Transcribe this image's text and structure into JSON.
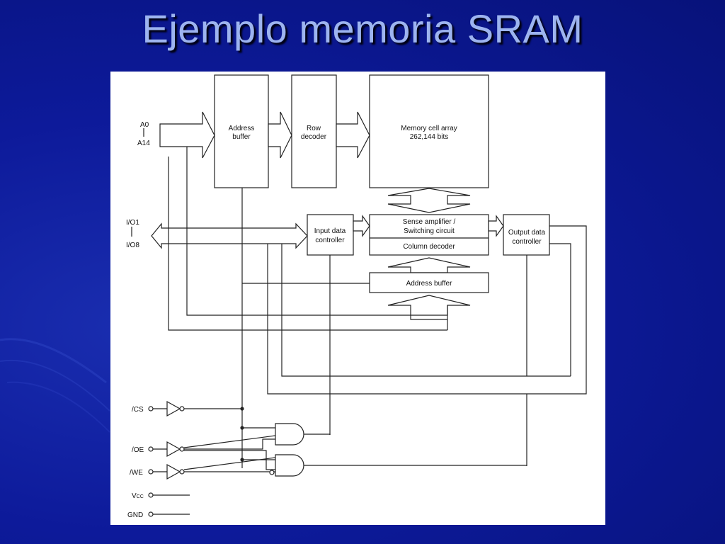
{
  "slide": {
    "title": "Ejemplo memoria SRAM"
  },
  "diagram": {
    "address_pins": {
      "top": "A0",
      "sep": "|",
      "bottom": "A14"
    },
    "io_pins": {
      "top": "I/O1",
      "sep": "|",
      "bottom": "I/O8"
    },
    "blocks": {
      "address_buffer_top": [
        "Address",
        "buffer"
      ],
      "row_decoder": [
        "Row",
        "decoder"
      ],
      "memory_array": [
        "Memory cell array",
        "262,144 bits"
      ],
      "sense_amp": [
        "Sense amplifier /",
        "Switching circuit"
      ],
      "column_decoder": "Column decoder",
      "address_buffer_bottom": "Address buffer",
      "input_data_controller": [
        "Input data",
        "controller"
      ],
      "output_data_controller": [
        "Output data",
        "controller"
      ]
    },
    "control_pins": {
      "cs": "/CS",
      "oe": "/OE",
      "we": "/WE",
      "vcc": "Vcc",
      "vcc_sub": "CC",
      "vcc_main": "V",
      "gnd": "GND"
    }
  }
}
